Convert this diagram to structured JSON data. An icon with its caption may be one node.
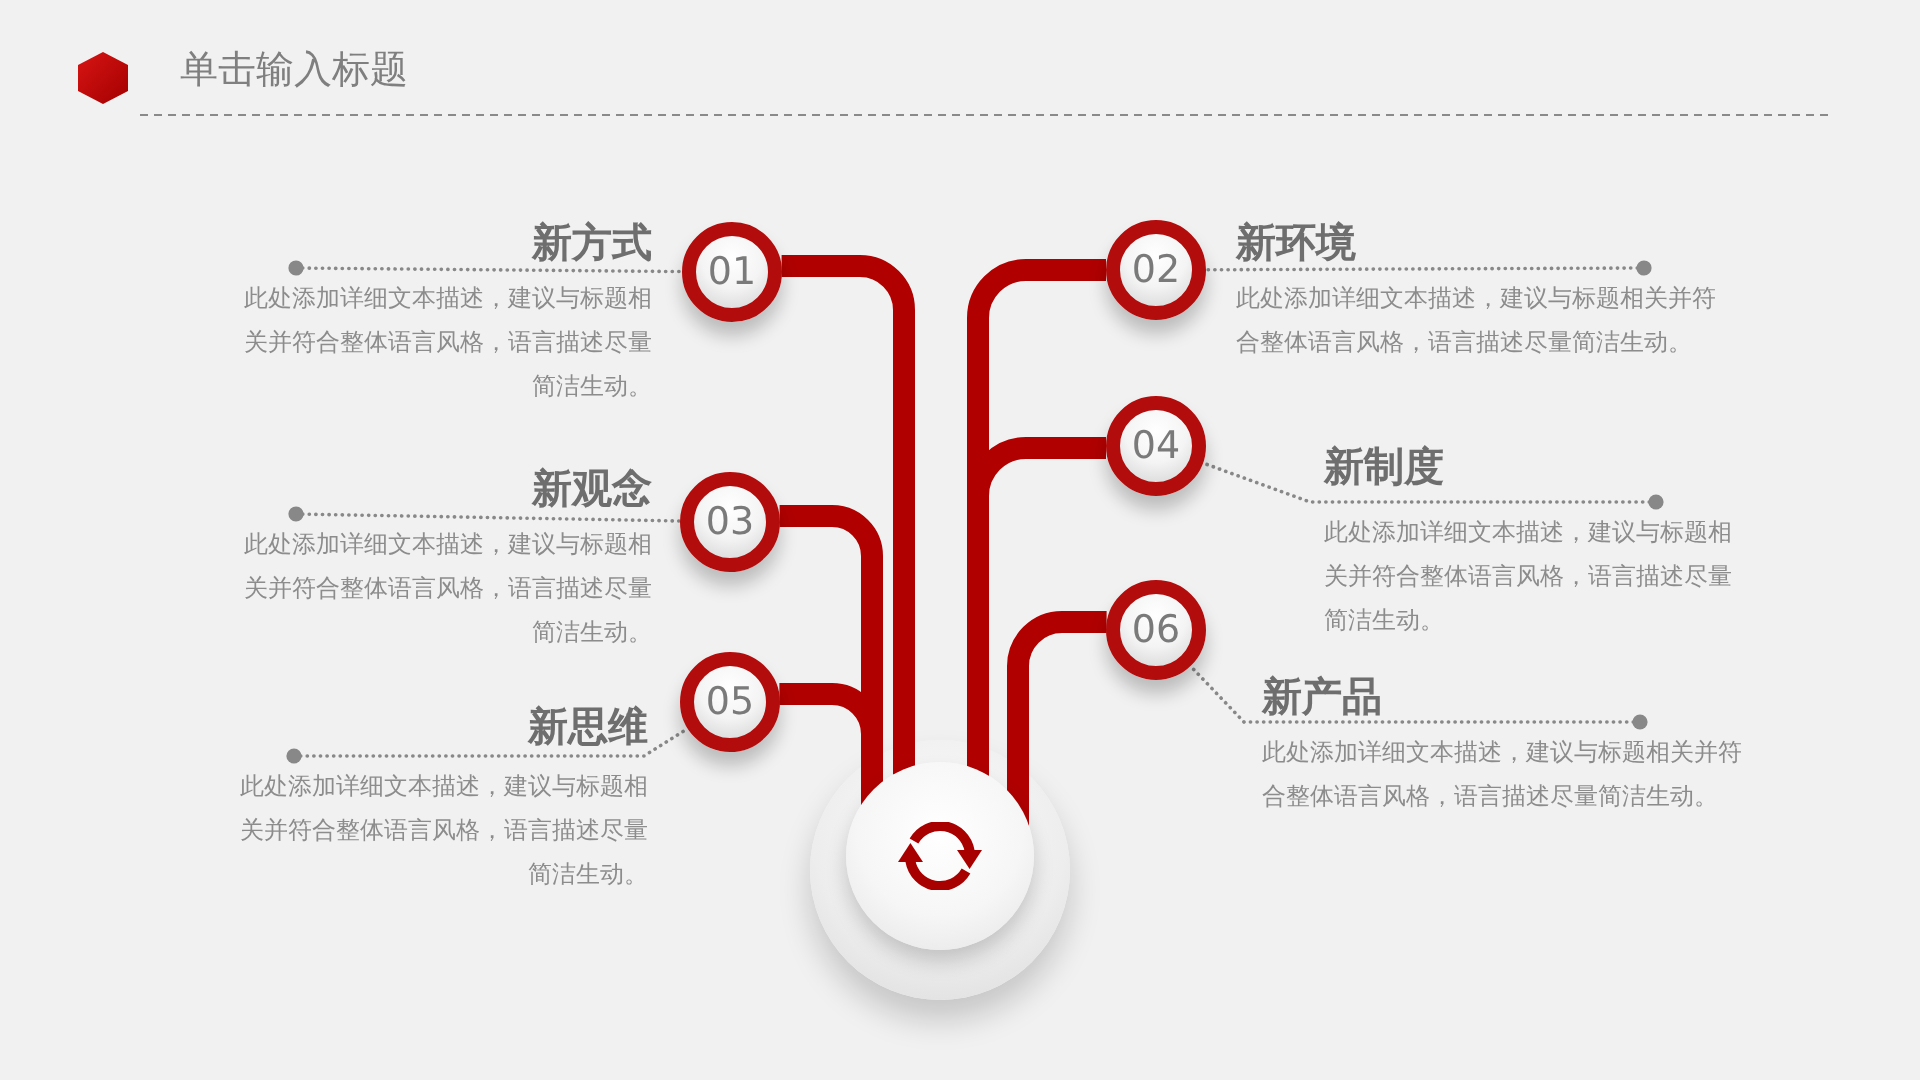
{
  "diagram": {
    "title": "单击输入标题",
    "nodes": [
      {
        "text": [
          "01"
        ]
      },
      {
        "text": [
          "新方式",
          "此处添加详细文本描述，建议与标题相关并符合整体语言风格，语言描述尽量简洁生动。"
        ]
      },
      {
        "text": [
          "02"
        ]
      },
      {
        "text": [
          "新环境",
          "此处添加详细文本描述，建议与标题相关并符合整体语言风格，语言描述尽量简洁生动。"
        ]
      },
      {
        "text": [
          "03"
        ]
      },
      {
        "text": [
          "新观念",
          "此处添加详细文本描述，建议与标题相关并符合整体语言风格，语言描述尽量简洁生动。"
        ]
      },
      {
        "text": [
          "04"
        ]
      },
      {
        "text": [
          "新制度",
          "此处添加详细文本描述，建议与标题相关并符合整体语言风格，语言描述尽量简洁生动。"
        ]
      },
      {
        "text": [
          "05"
        ]
      },
      {
        "text": [
          "新思维",
          "此处添加详细文本描述，建议与标题相关并符合整体语言风格，语言描述尽量简洁生动。"
        ]
      },
      {
        "text": [
          "06"
        ]
      },
      {
        "text": [
          "新产品",
          "此处添加详细文本描述，建议与标题相关并符合整体语言风格，语言描述尽量简洁生动。"
        ]
      },
      {
        "text": [],
        "shape": "circle"
      }
    ],
    "edges": [
      {
        "from": 0,
        "to": 12,
        "arrow": "none",
        "style": "thick",
        "color": "#b00000"
      },
      {
        "from": 2,
        "to": 12,
        "arrow": "none",
        "style": "thick",
        "color": "#b00000"
      },
      {
        "from": 4,
        "to": 12,
        "arrow": "none",
        "style": "thick",
        "color": "#b00000"
      },
      {
        "from": 6,
        "to": 12,
        "arrow": "none",
        "style": "thick",
        "color": "#b00000"
      },
      {
        "from": 8,
        "to": 12,
        "arrow": "none",
        "style": "thick",
        "color": "#b00000"
      },
      {
        "from": 10,
        "to": 12,
        "arrow": "none",
        "style": "thick",
        "color": "#b00000"
      },
      {
        "from": 1,
        "to": 0,
        "arrow": "other",
        "style": "dashed",
        "color": "#888888"
      },
      {
        "from": 3,
        "to": 2,
        "arrow": "other",
        "style": "dashed",
        "color": "#888888"
      },
      {
        "from": 5,
        "to": 4,
        "arrow": "other",
        "style": "dashed",
        "color": "#888888"
      },
      {
        "from": 7,
        "to": 6,
        "arrow": "other",
        "style": "dashed",
        "color": "#888888"
      },
      {
        "from": 9,
        "to": 8,
        "arrow": "other",
        "style": "dashed",
        "color": "#888888"
      },
      {
        "from": 11,
        "to": 10,
        "arrow": "other",
        "style": "dashed",
        "color": "#888888"
      }
    ]
  }
}
